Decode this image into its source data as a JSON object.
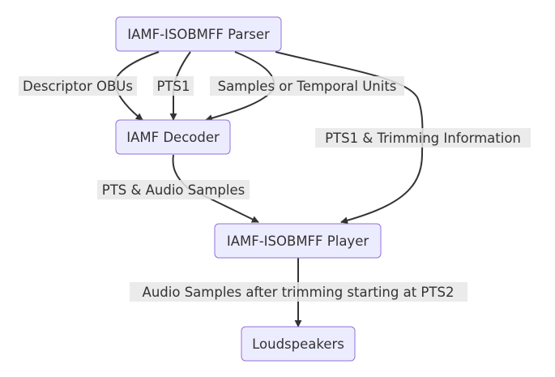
{
  "nodes": {
    "parser": "IAMF-ISOBMFF Parser",
    "decoder": "IAMF Decoder",
    "player": "IAMF-ISOBMFF Player",
    "loudspeakers": "Loudspeakers"
  },
  "edges": {
    "parser_to_decoder_descriptors": "Descriptor OBUs",
    "parser_to_decoder_pts1": "PTS1",
    "parser_to_decoder_samples": "Samples or Temporal Units",
    "parser_to_player": "PTS1 & Trimming Information",
    "decoder_to_player": "PTS & Audio Samples",
    "player_to_loudspeakers": "Audio Samples after trimming starting at PTS2"
  },
  "colors": {
    "node_fill": "#ECECFF",
    "node_stroke": "#9370DB",
    "edge_stroke": "#333333",
    "label_background": "#e8e8e8",
    "text": "#333333"
  }
}
